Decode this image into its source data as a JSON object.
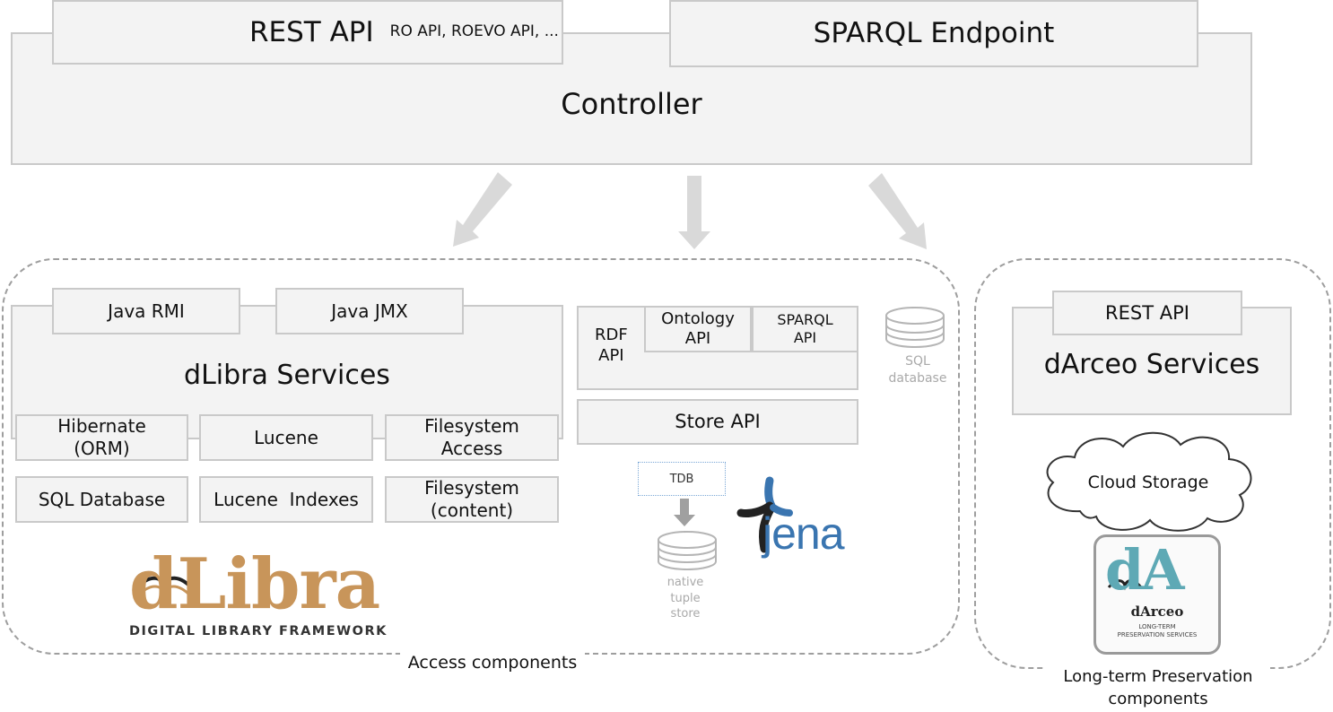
{
  "controller": {
    "label": "Controller",
    "rest_api": "REST API",
    "rest_api_sub": "RO API, ROEVO API, ...",
    "sparql_endpoint": "SPARQL Endpoint"
  },
  "access": {
    "caption": "Access components",
    "dlibra": {
      "java_rmi": "Java RMI",
      "java_jmx": "Java JMX",
      "services": "dLibra Services",
      "hibernate": "Hibernate\n(ORM)",
      "lucene": "Lucene",
      "fs_access": "Filesystem\nAccess",
      "sql_db": "SQL Database",
      "lucene_indexes": "Lucene  Indexes",
      "fs_content": "Filesystem\n(content)",
      "logo_text": "dLibra",
      "logo_tagline": "DIGITAL LIBRARY FRAMEWORK"
    },
    "rdf": {
      "rdf_api": "RDF\nAPI",
      "ontology_api": "Ontology\nAPI",
      "sparql_api": "SPARQL\nAPI",
      "store_api": "Store API",
      "sql_database": "SQL\ndatabase",
      "tdb": "TDB",
      "native_store": "native\ntuple\nstore",
      "jena_logo": "Jena"
    }
  },
  "preservation": {
    "caption": "Long-term Preservation\ncomponents",
    "rest_api": "REST API",
    "services": "dArceo Services",
    "cloud_storage": "Cloud Storage",
    "logo_text": "dA",
    "logo_name": "dArceo",
    "logo_tagline": "LONG-TERM\nPRESERVATION SERVICES"
  },
  "colors": {
    "box_fill": "#f3f3f3",
    "box_border": "#c9c9c9",
    "arrow": "#d9d9d9",
    "dashed": "#9e9e9e",
    "dlibra_brown": "#c8955a",
    "jena_blue": "#3a75b0",
    "darceo_teal": "#5ea9b5"
  },
  "icons": [
    "database-icon",
    "cloud-icon",
    "down-arrow-icon",
    "jena-logo",
    "dlibra-logo",
    "darceo-logo"
  ]
}
